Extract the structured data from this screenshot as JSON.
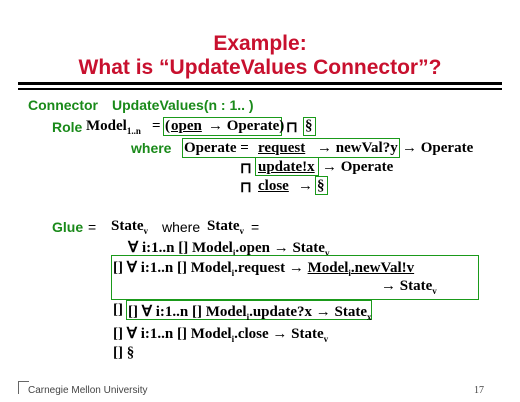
{
  "slide": {
    "title_line1": "Example:",
    "title_line2": "What is “UpdateValues Connector”?",
    "connector_kw": "Connector",
    "connector_name": "UpdateValues(n : 1.. )",
    "role_kw": "Role",
    "role_name": "Model",
    "role_sub": "1..n",
    "role_eq": "=",
    "open": "open",
    "arrow_operate": "→ Operate)",
    "open_paren": "(",
    "choice": "⊓",
    "tick": "§",
    "where_kw": "where",
    "operate_eq": "Operate =",
    "request": "request",
    "newval": "→ newVal?y",
    "to_operate": "→ Operate",
    "update": "update!x",
    "update_to": "→ Operate",
    "close": "close",
    "arrow": "→",
    "glue_kw": "Glue",
    "glue_eq": "=",
    "glue_state": "State",
    "glue_sub_v": "v",
    "glue_where": "where",
    "glue_state2": "State",
    "glue_eq2": "=",
    "line1": "∀ i:1..n [] Model",
    "line1b": ".open → State",
    "line2a": "[] ∀ i:1..n [] Model",
    "line2b": ".request → ",
    "line2c": "Model",
    "line2d": ".newVal!v",
    "line3": "→ State",
    "line4a": "[] ∀ i:1..n [] Model",
    "line4b": ".update?x → State",
    "line4sub_x": "x",
    "line5a": "[] ∀ i:1..n [] Model",
    "line5b": ".close → State",
    "line6": "[] §",
    "sub_i": "i"
  },
  "footer": {
    "institution": "Carnegie Mellon University",
    "page": "17"
  },
  "colors": {
    "title": "#c8102e",
    "keyword": "#1a8a1a",
    "box": "#1a9a1a"
  }
}
